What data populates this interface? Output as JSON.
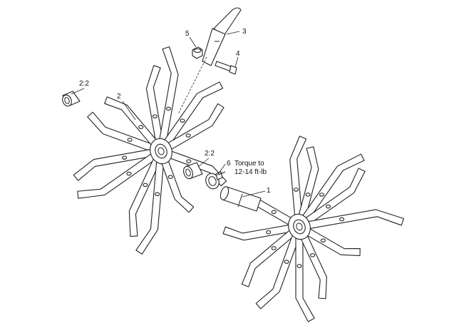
{
  "callouts": {
    "c1": "1",
    "c2": "2",
    "c2_2a": "2:2",
    "c2_2b": "2:2",
    "c3": "3",
    "c4": "4",
    "c5": "5",
    "c6": "6"
  },
  "torque_note": {
    "line1": "Torque to",
    "line2": "12-14 ft-lb"
  }
}
